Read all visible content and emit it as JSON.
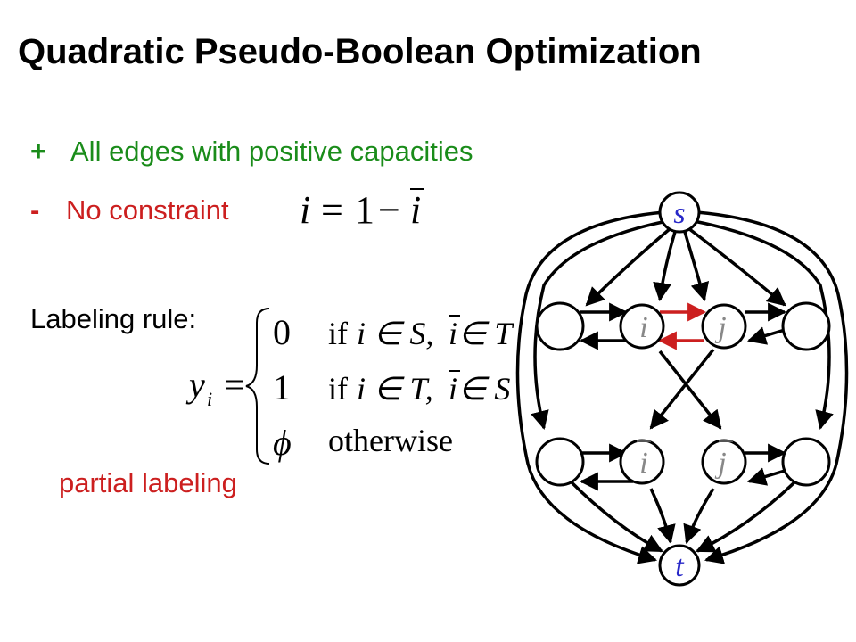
{
  "slide": {
    "title": "Quadratic Pseudo-Boolean Optimization",
    "bullet_plus": {
      "marker": "+",
      "text": "All edges with positive capacities"
    },
    "bullet_minus": {
      "marker": "-",
      "text": "No constraint"
    },
    "constraint_formula": {
      "lhs": "i",
      "eq": "=",
      "one": "1",
      "minus": "−",
      "rhs": "i"
    },
    "labeling_rule_label": "Labeling rule:",
    "cases": {
      "var": "y",
      "sub": "i",
      "eq": "=",
      "rows": [
        {
          "value": "0",
          "condition": "if",
          "expr": "i ∈ S, ",
          "bar_var": "i",
          "tail": " ∈ T"
        },
        {
          "value": "1",
          "condition": "if",
          "expr": "i ∈ T, ",
          "bar_var": "i",
          "tail": " ∈ S"
        },
        {
          "value": "ϕ",
          "condition": "otherwise",
          "expr": "",
          "bar_var": "",
          "tail": ""
        }
      ]
    },
    "partial_labeling": "partial labeling",
    "colors": {
      "green": "#1a8c1a",
      "red": "#cc1f1f",
      "blue": "#2828c8"
    }
  },
  "graph": {
    "source_label": "s",
    "sink_label": "t",
    "node_i": "i",
    "node_j": "j",
    "node_i_bar": "i",
    "node_j_bar": "j"
  }
}
